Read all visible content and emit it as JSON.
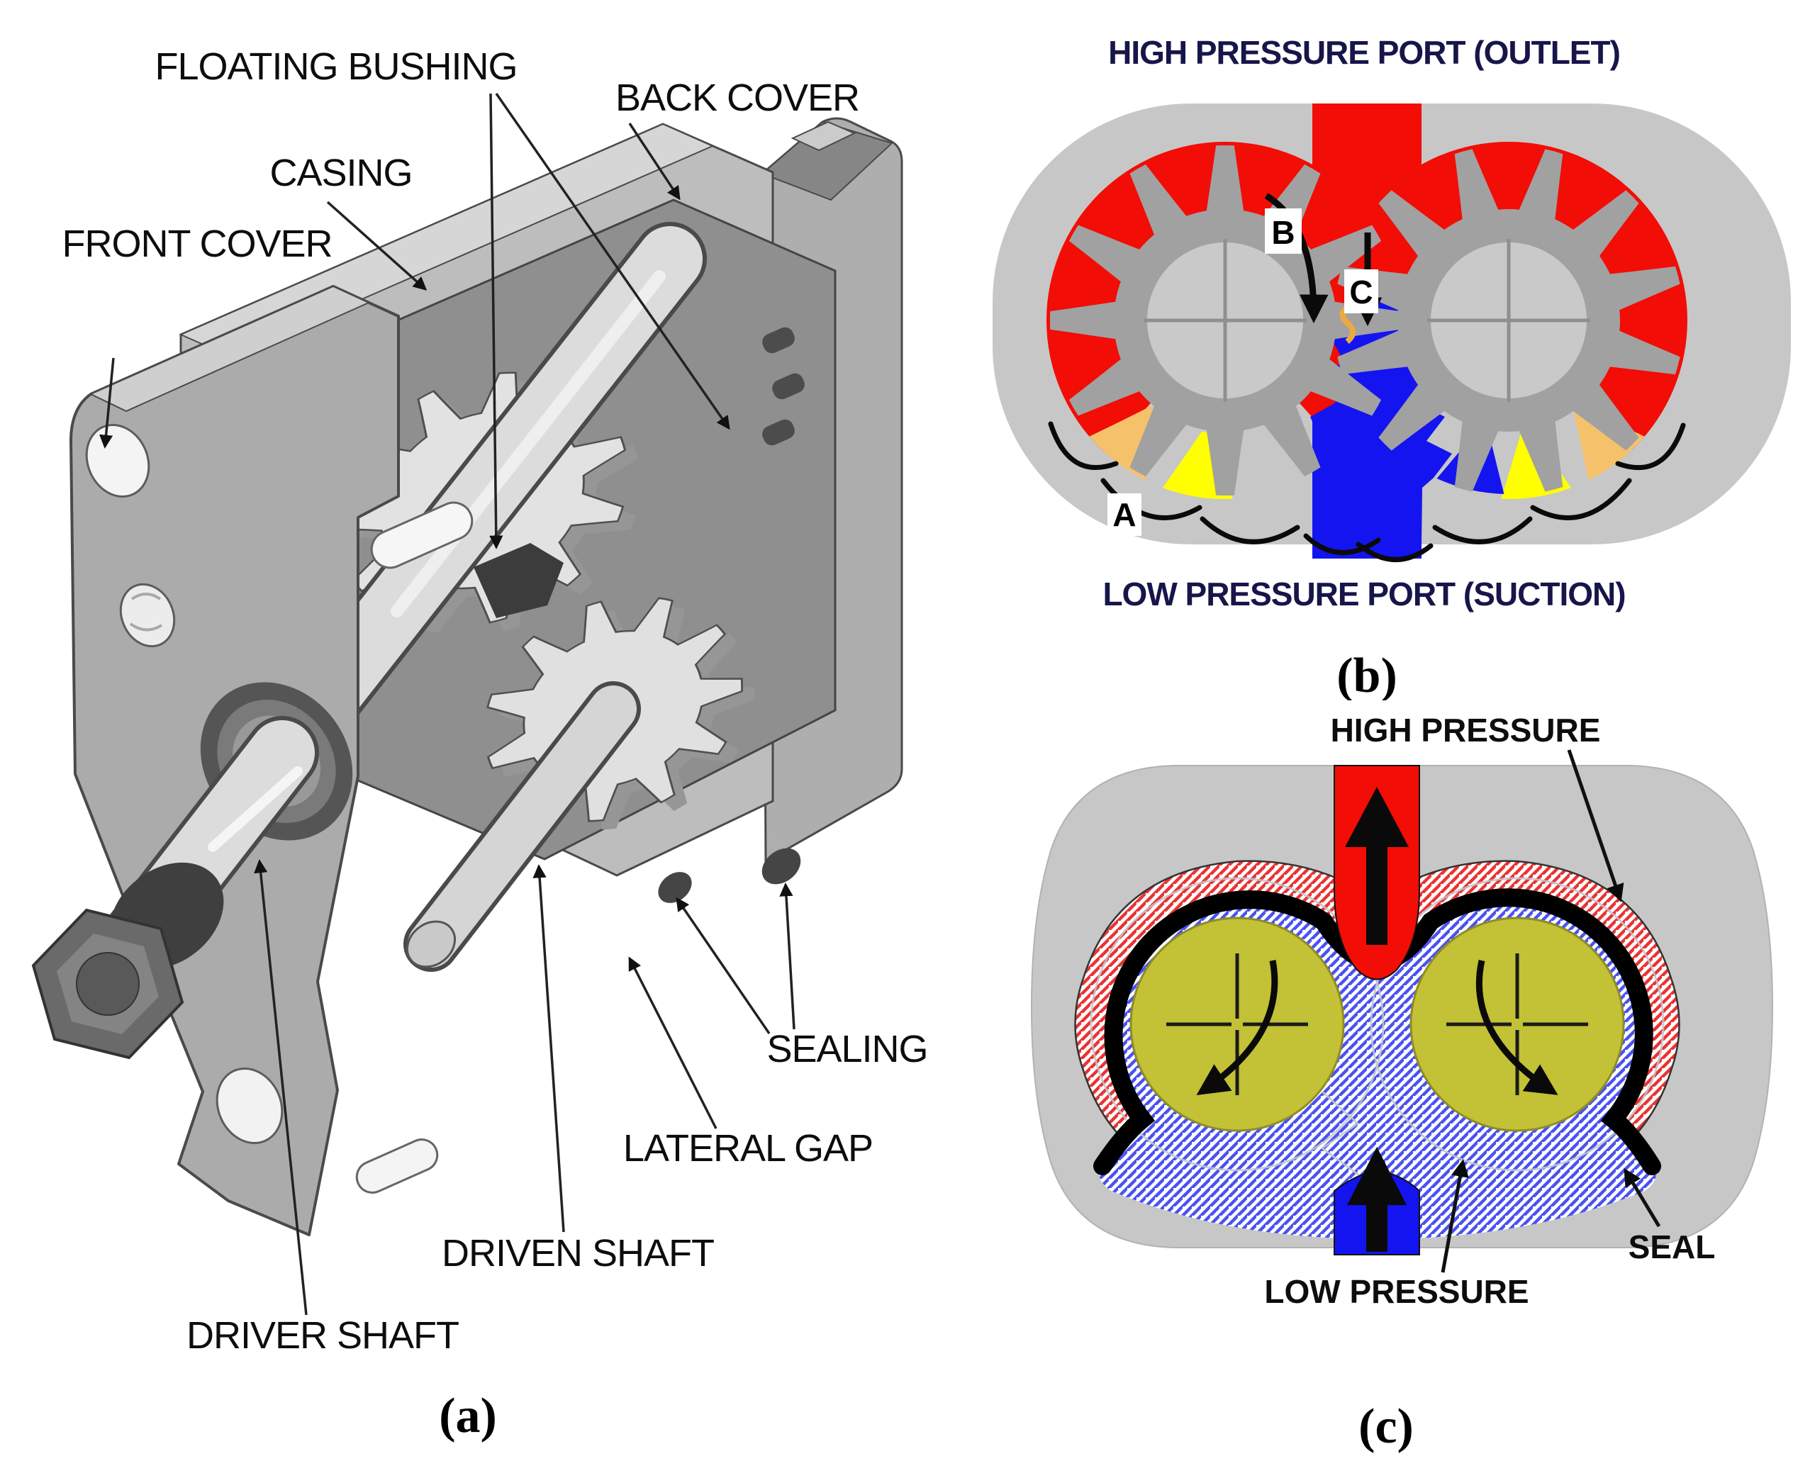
{
  "figure": {
    "panels": {
      "a": {
        "caption": "(a)",
        "labels": {
          "floating_bushing": "FLOATING BUSHING",
          "casing": "CASING",
          "back_cover": "BACK COVER",
          "front_cover": "FRONT COVER",
          "sealing": "SEALING",
          "lateral_gap": "LATERAL GAP",
          "driven_shaft": "DRIVEN SHAFT",
          "driver_shaft": "DRIVER SHAFT"
        }
      },
      "b": {
        "caption": "(b)",
        "top_label": "HIGH PRESSURE PORT (OUTLET)",
        "bottom_label": "LOW PRESSURE PORT (SUCTION)",
        "zone_markers": {
          "a": "A",
          "b": "B",
          "c": "C"
        }
      },
      "c": {
        "caption": "(c)",
        "labels": {
          "high_pressure": "HIGH PRESSURE",
          "low_pressure": "LOW PRESSURE",
          "seal": "SEAL"
        }
      }
    },
    "colors": {
      "high_pressure_red": "#f20d06",
      "low_pressure_blue": "#1414f0",
      "casing_gray": "#c7c7c7",
      "gear_gray": "#a1a1a1",
      "gear_hub_gray": "#c9c9c9",
      "trapped_fluid_yellow": "#ffff00",
      "trapped_fluid_orange": "#f5c26b",
      "gear_olive": "#c3c135",
      "seal_black": "#000000",
      "red_hatch_line": "#e93333",
      "blue_hatch_line": "#4a52f0"
    }
  }
}
